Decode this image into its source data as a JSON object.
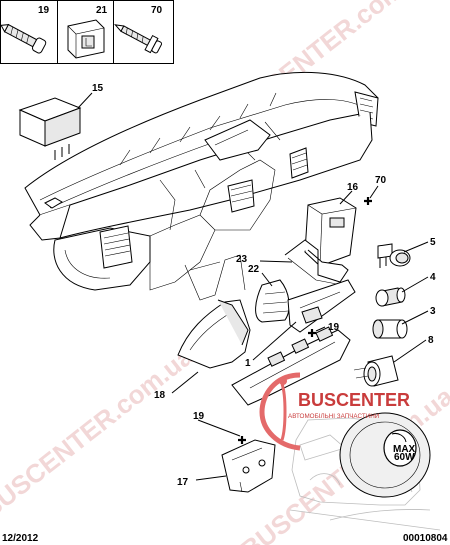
{
  "header_boxes": [
    {
      "number": "19"
    },
    {
      "number": "21"
    },
    {
      "number": "70"
    }
  ],
  "callouts": {
    "c15": "15",
    "c16": "16",
    "c70": "70",
    "c23": "23",
    "c22": "22",
    "c5": "5",
    "c4": "4",
    "c3": "3",
    "c8": "8",
    "c19a": "19",
    "c1": "1",
    "c18": "18",
    "c19b": "19",
    "c17": "17"
  },
  "footer": {
    "date": "12/2012",
    "code": "00010804"
  },
  "watermark": {
    "text": "BUSCENTER.com.ua",
    "logo_name": "BUSCENTER",
    "logo_sub": "АВТОМОБІЛЬНІ ЗАПЧАСТИНИ",
    "color": "#e8b8b8"
  },
  "inset_knob": {
    "line1": "MAX",
    "line2": "60W"
  }
}
